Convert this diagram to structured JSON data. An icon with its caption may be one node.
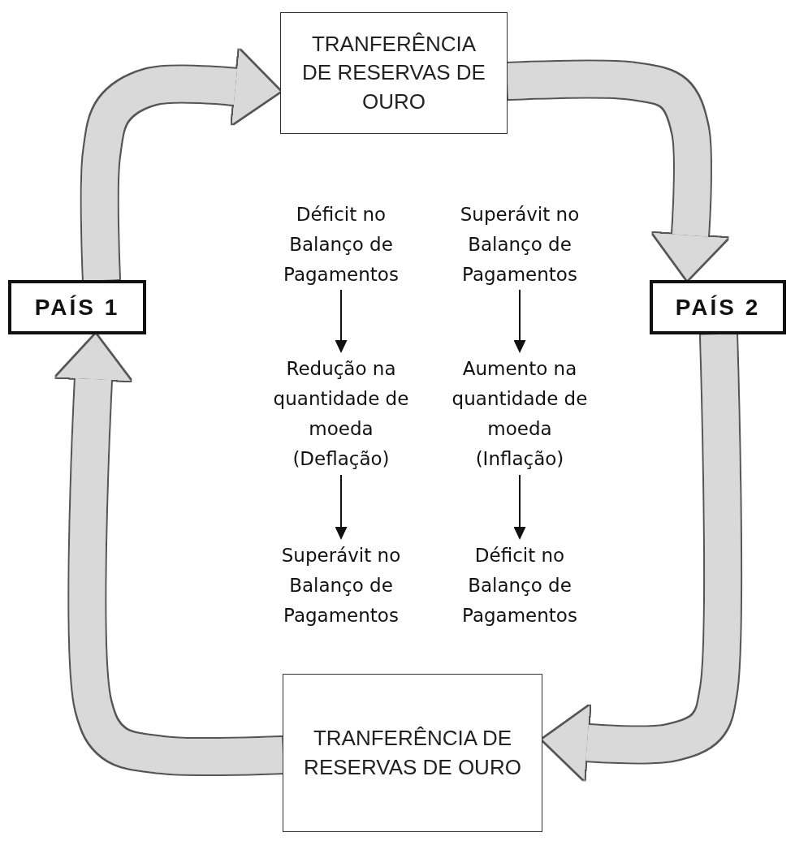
{
  "diagram": {
    "nodes": [
      {
        "text": [
          "TRANFERÊNCIA DE RESERVAS DE OURO"
        ]
      },
      {
        "text": [
          "Déficit no Balanço de Pagamentos"
        ]
      },
      {
        "text": [
          "Superávit no Balanço de Pagamentos"
        ]
      },
      {
        "text": [
          "PAÍS 1"
        ]
      },
      {
        "text": [
          "Redução na quantidade de moeda (Deflação)"
        ]
      },
      {
        "text": [
          "Aumento na quantidade de moeda (Inflação)"
        ]
      },
      {
        "text": [
          "PAÍS 2"
        ]
      },
      {
        "text": [
          "Superávit no Balanço de Pagamentos"
        ]
      },
      {
        "text": [
          "Déficit no Balanço de Pagamentos"
        ]
      },
      {
        "text": [
          "TRANFERÊNCIA DE RESERVAS DE OURO"
        ]
      }
    ],
    "edges": [
      {
        "from": 1,
        "to": 4,
        "arrow": "to"
      },
      {
        "from": 4,
        "to": 7,
        "arrow": "to"
      },
      {
        "from": 2,
        "to": 5,
        "arrow": "to"
      },
      {
        "from": 5,
        "to": 8,
        "arrow": "to"
      },
      {
        "from": 3,
        "to": 0,
        "arrow": "to",
        "style": "thick",
        "color": "#d9d9d9"
      },
      {
        "from": 0,
        "to": 6,
        "arrow": "to",
        "style": "thick",
        "color": "#d9d9d9"
      },
      {
        "from": 6,
        "to": 9,
        "arrow": "to",
        "style": "thick",
        "color": "#d9d9d9"
      },
      {
        "from": 9,
        "to": 3,
        "arrow": "to",
        "style": "thick",
        "color": "#d9d9d9"
      }
    ]
  }
}
